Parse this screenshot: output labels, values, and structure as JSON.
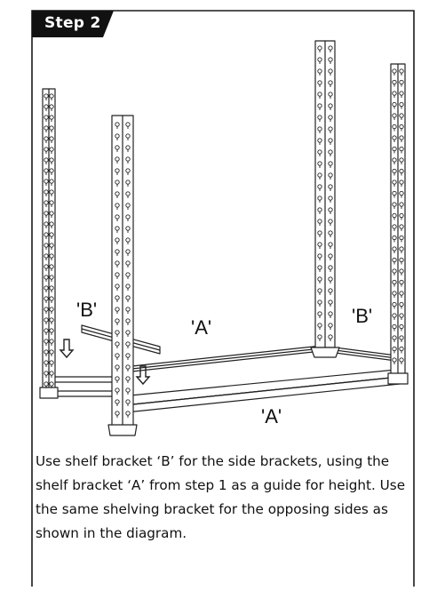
{
  "step": {
    "label": "Step 2"
  },
  "diagram": {
    "label_b_left": "'B'",
    "label_a_top": "'A'",
    "label_b_right": "'B'",
    "label_a_bottom": "'A'"
  },
  "instructions": {
    "text": "Use shelf bracket ‘B’ for the side brackets, using the shelf bracket ‘A’ from step 1 as a guide for height. Use the same shelving bracket for the opposing sides as shown in the diagram."
  },
  "colors": {
    "frame": "#1a1a1a",
    "tab": "#111111",
    "line": "#222222"
  }
}
